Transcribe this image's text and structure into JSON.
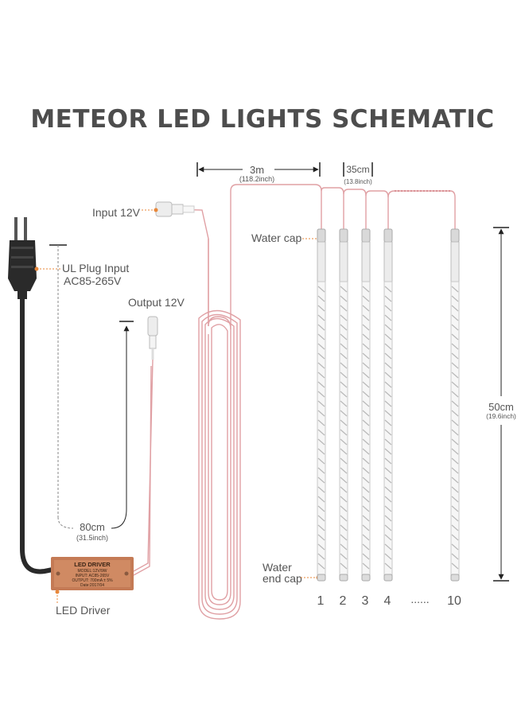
{
  "title": "METEOR LED LIGHTS SCHEMATIC",
  "labels": {
    "input": "Input 12V",
    "ul_plug": "UL Plug Input",
    "ul_plug_voltage": "AC85-265V",
    "output": "Output 12V",
    "water_cap": "Water cap",
    "water_end_cap_line1": "Water",
    "water_end_cap_line2": "end cap",
    "led_driver": "LED Driver"
  },
  "dimensions": {
    "lead_cable": "3m",
    "lead_cable_inch": "(118.2inch)",
    "spacing": "35cm",
    "spacing_inch": "(13.8inch)",
    "tube_length": "50cm",
    "tube_length_inch": "(19.6inch)",
    "driver_cable": "80cm",
    "driver_cable_inch": "(31.5inch)"
  },
  "driver_box": {
    "line1": "LED DRIVER",
    "line2": "MODEL:12V/9W",
    "line3": "INPUT: AC85-265V",
    "line4": "OUTPUT: 700mA ± 5%",
    "line5": "Date:2017/04"
  },
  "tube_numbers": [
    "1",
    "2",
    "3",
    "4",
    "10"
  ],
  "ellipsis": "......",
  "colors": {
    "wire": "#e0a0a4",
    "plug": "#2a2a2a",
    "driver": "#c47a55",
    "dot": "#e8873a",
    "title": "#4d4d4d"
  }
}
